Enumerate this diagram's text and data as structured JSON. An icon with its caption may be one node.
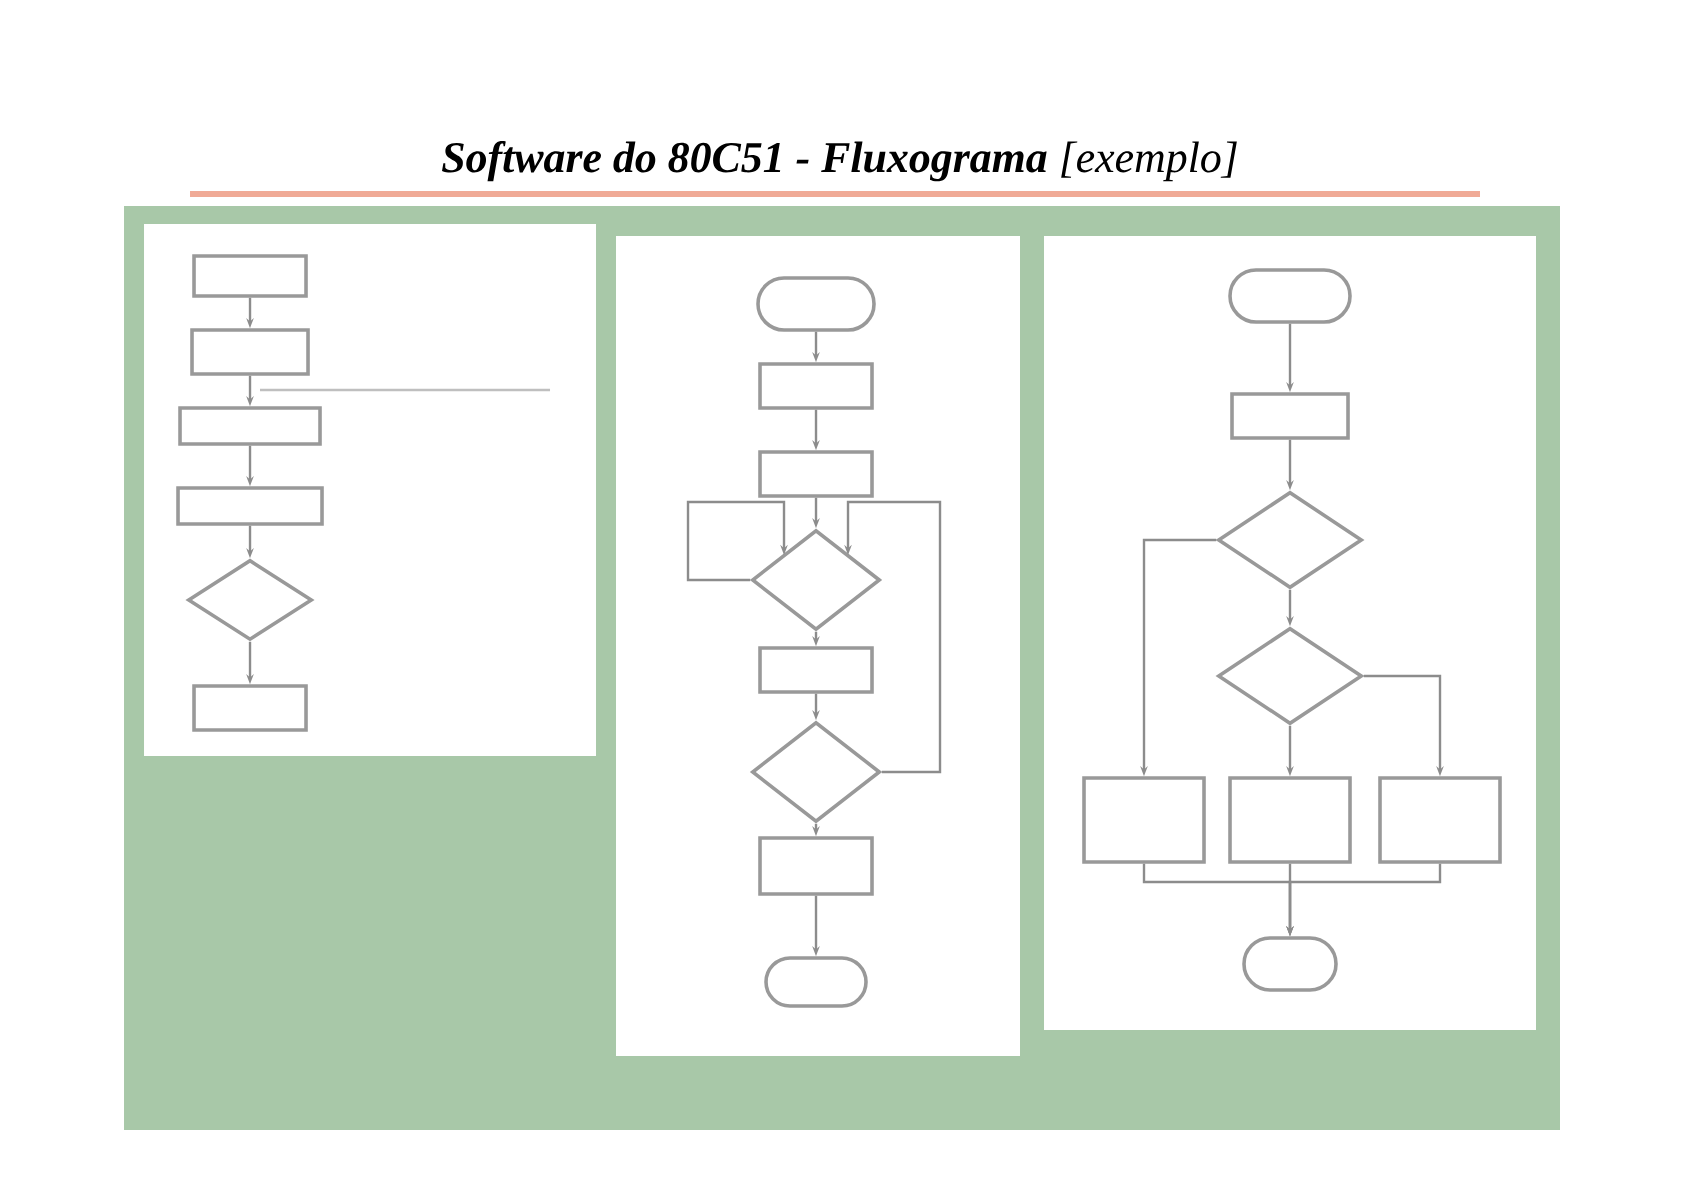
{
  "diagram": {
    "title": "**Software do 80C51 - Fluxograma** [exemplo]",
    "nodes": [
      {
        "text": [],
        "shape": "box"
      },
      {
        "text": [],
        "shape": "box"
      },
      {
        "text": [],
        "shape": "box"
      },
      {
        "text": [],
        "shape": "box"
      },
      {
        "text": [],
        "shape": "diamond"
      },
      {
        "text": [],
        "shape": "box"
      },
      {
        "text": [],
        "shape": "stadium"
      },
      {
        "text": [],
        "shape": "box"
      },
      {
        "text": [],
        "shape": "box"
      },
      {
        "text": [],
        "shape": "diamond"
      },
      {
        "text": [],
        "shape": "box"
      },
      {
        "text": [],
        "shape": "diamond"
      },
      {
        "text": [],
        "shape": "box"
      },
      {
        "text": [],
        "shape": "stadium"
      },
      {
        "text": [],
        "shape": "stadium"
      },
      {
        "text": [],
        "shape": "box"
      },
      {
        "text": [],
        "shape": "diamond"
      },
      {
        "text": [],
        "shape": "diamond"
      },
      {
        "text": [],
        "shape": "box"
      },
      {
        "text": [],
        "shape": "box"
      },
      {
        "text": [],
        "shape": "box"
      },
      {
        "text": [],
        "shape": "stadium"
      }
    ],
    "edges": [
      {
        "from": 0,
        "to": 1,
        "arrow": "to"
      },
      {
        "from": 1,
        "to": 2,
        "arrow": "to"
      },
      {
        "from": 2,
        "to": 3,
        "arrow": "to"
      },
      {
        "from": 3,
        "to": 4,
        "arrow": "to"
      },
      {
        "from": 4,
        "to": 5,
        "arrow": "to"
      },
      {
        "from": 6,
        "to": 7,
        "arrow": "to"
      },
      {
        "from": 7,
        "to": 8,
        "arrow": "to"
      },
      {
        "from": 8,
        "to": 9,
        "arrow": "to"
      },
      {
        "from": 9,
        "to": 10,
        "arrow": "to"
      },
      {
        "from": 10,
        "to": 11,
        "arrow": "to"
      },
      {
        "from": 11,
        "to": 12,
        "arrow": "to"
      },
      {
        "from": 12,
        "to": 13,
        "arrow": "to"
      },
      {
        "from": 9,
        "to": 9,
        "arrow": "to"
      },
      {
        "from": 11,
        "to": 9,
        "arrow": "to"
      },
      {
        "from": 14,
        "to": 15,
        "arrow": "to"
      },
      {
        "from": 15,
        "to": 16,
        "arrow": "to"
      },
      {
        "from": 16,
        "to": 18,
        "arrow": "to"
      },
      {
        "from": 16,
        "to": 17,
        "arrow": "to"
      },
      {
        "from": 17,
        "to": 19,
        "arrow": "to"
      },
      {
        "from": 17,
        "to": 20,
        "arrow": "to"
      },
      {
        "from": 18,
        "to": 21,
        "arrow": "to"
      },
      {
        "from": 19,
        "to": 21,
        "arrow": "to"
      },
      {
        "from": 20,
        "to": 21,
        "arrow": "to"
      }
    ]
  }
}
